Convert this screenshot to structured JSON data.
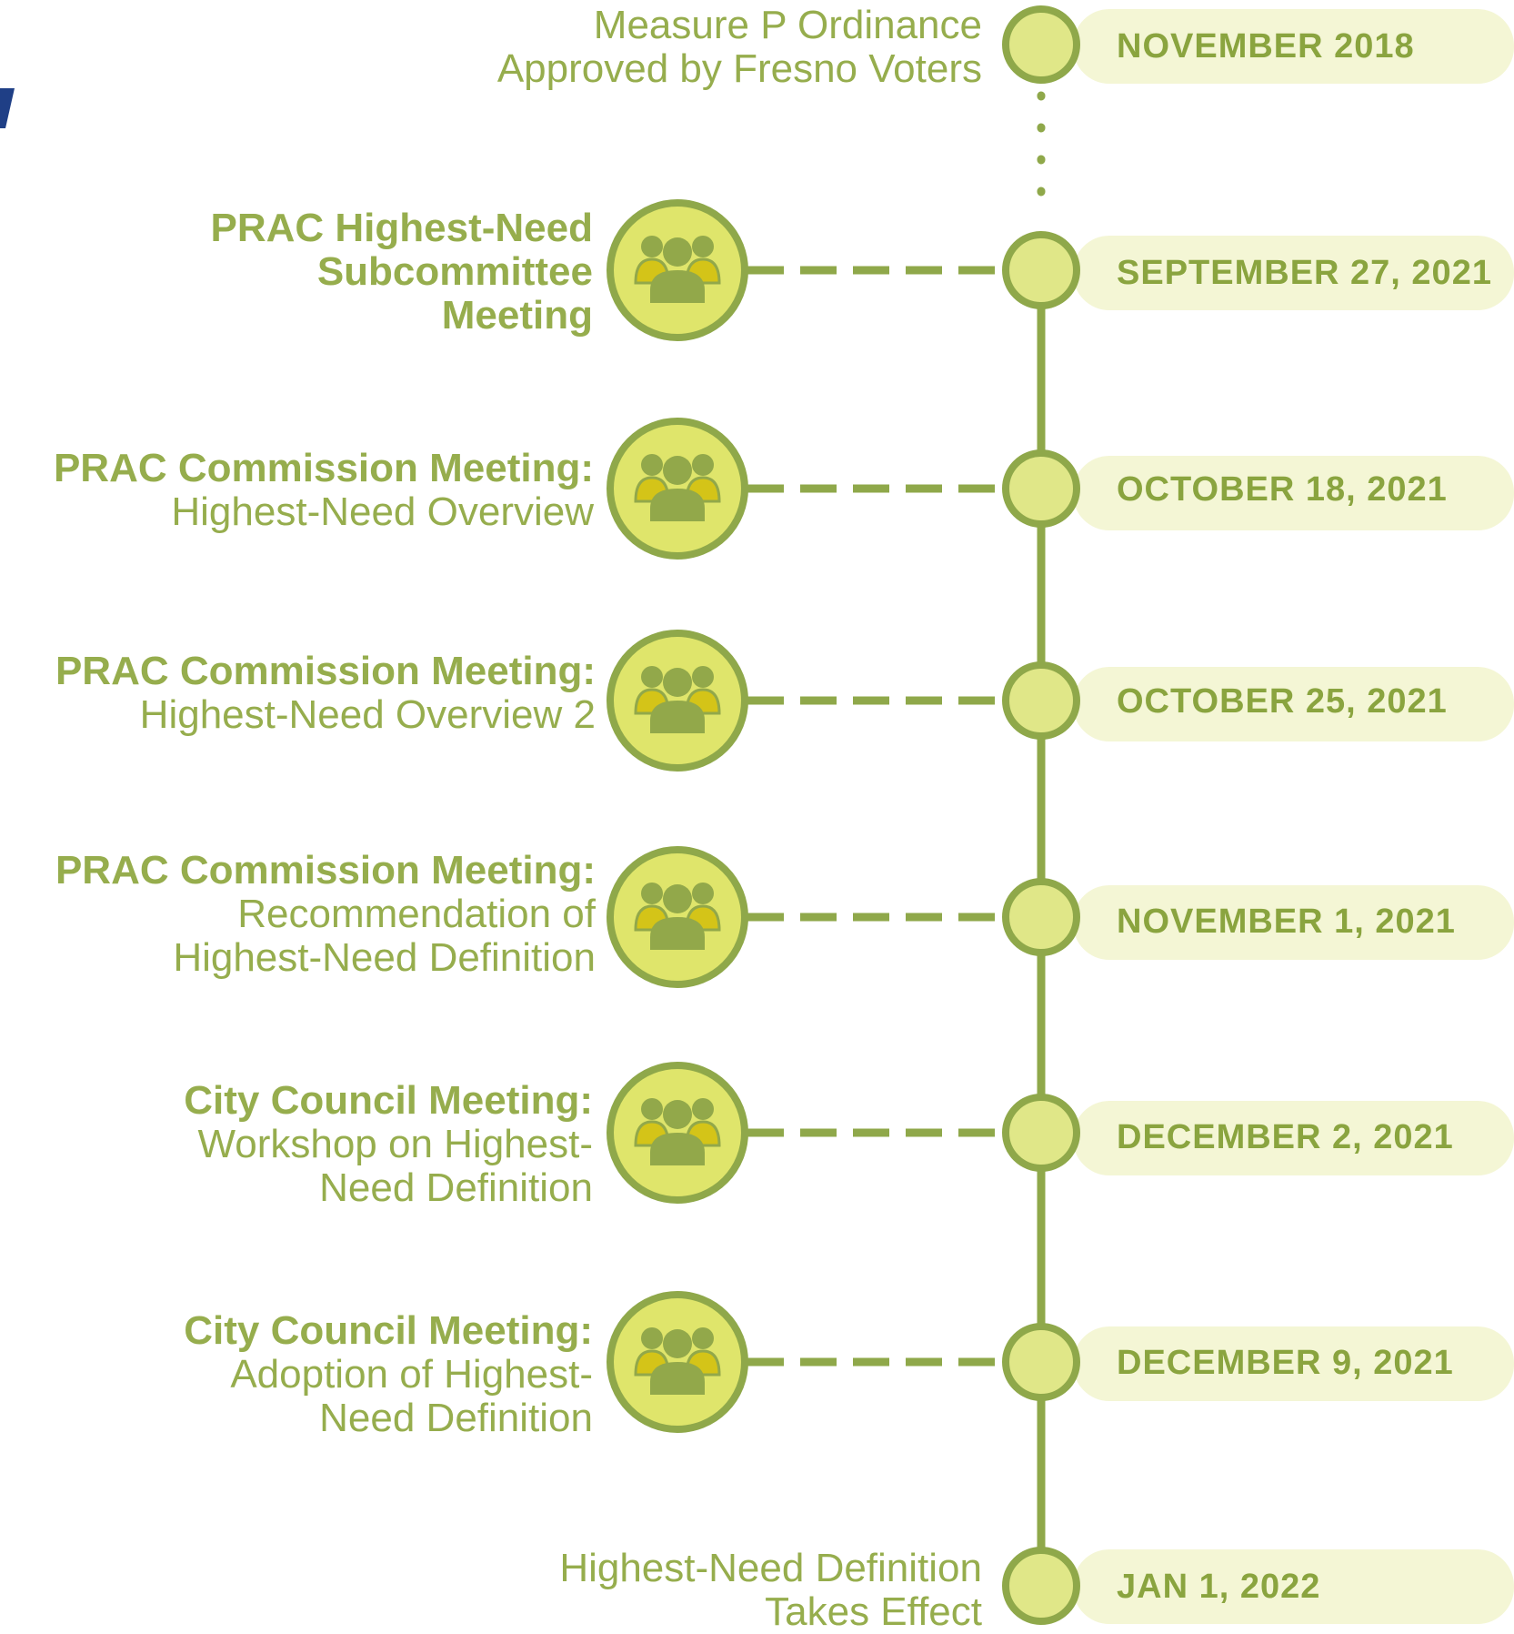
{
  "colors": {
    "text_green": "#96ad4d",
    "line_green": "#8fa84a",
    "node_fill": "#e0e788",
    "badge_fill": "#dfe56b",
    "pill_fill": "#f4f6d5",
    "icon_side_figures": "#d4c418",
    "icon_center_figure": "#92a84a",
    "left_fragment_blue": "#1f3f86"
  },
  "icons": {
    "meeting": "people-group-icon"
  },
  "timeline": [
    {
      "date": "NOVEMBER 2018",
      "title_bold": "",
      "title_regular": "Measure P Ordinance\nApproved by Fresno Voters",
      "has_icon": false
    },
    {
      "date": "SEPTEMBER 27, 2021",
      "title_bold": "PRAC Highest-Need\nSubcommittee\nMeeting",
      "title_regular": "",
      "has_icon": true
    },
    {
      "date": "OCTOBER 18, 2021",
      "title_bold": "PRAC Commission Meeting:",
      "title_regular": "Highest-Need Overview",
      "has_icon": true
    },
    {
      "date": "OCTOBER 25, 2021",
      "title_bold": "PRAC Commission Meeting:",
      "title_regular": "Highest-Need Overview 2",
      "has_icon": true
    },
    {
      "date": "NOVEMBER 1, 2021",
      "title_bold": "PRAC Commission Meeting:",
      "title_regular": "Recommendation of\nHighest-Need Definition",
      "has_icon": true
    },
    {
      "date": "DECEMBER 2, 2021",
      "title_bold": "City Council Meeting:",
      "title_regular": "Workshop on Highest-\nNeed Definition",
      "has_icon": true
    },
    {
      "date": "DECEMBER 9, 2021",
      "title_bold": "City Council Meeting:",
      "title_regular": "Adoption of Highest-\nNeed Definition",
      "has_icon": true
    },
    {
      "date": "JAN 1, 2022",
      "title_bold": "",
      "title_regular": "Highest-Need Definition\nTakes Effect",
      "has_icon": false
    }
  ]
}
